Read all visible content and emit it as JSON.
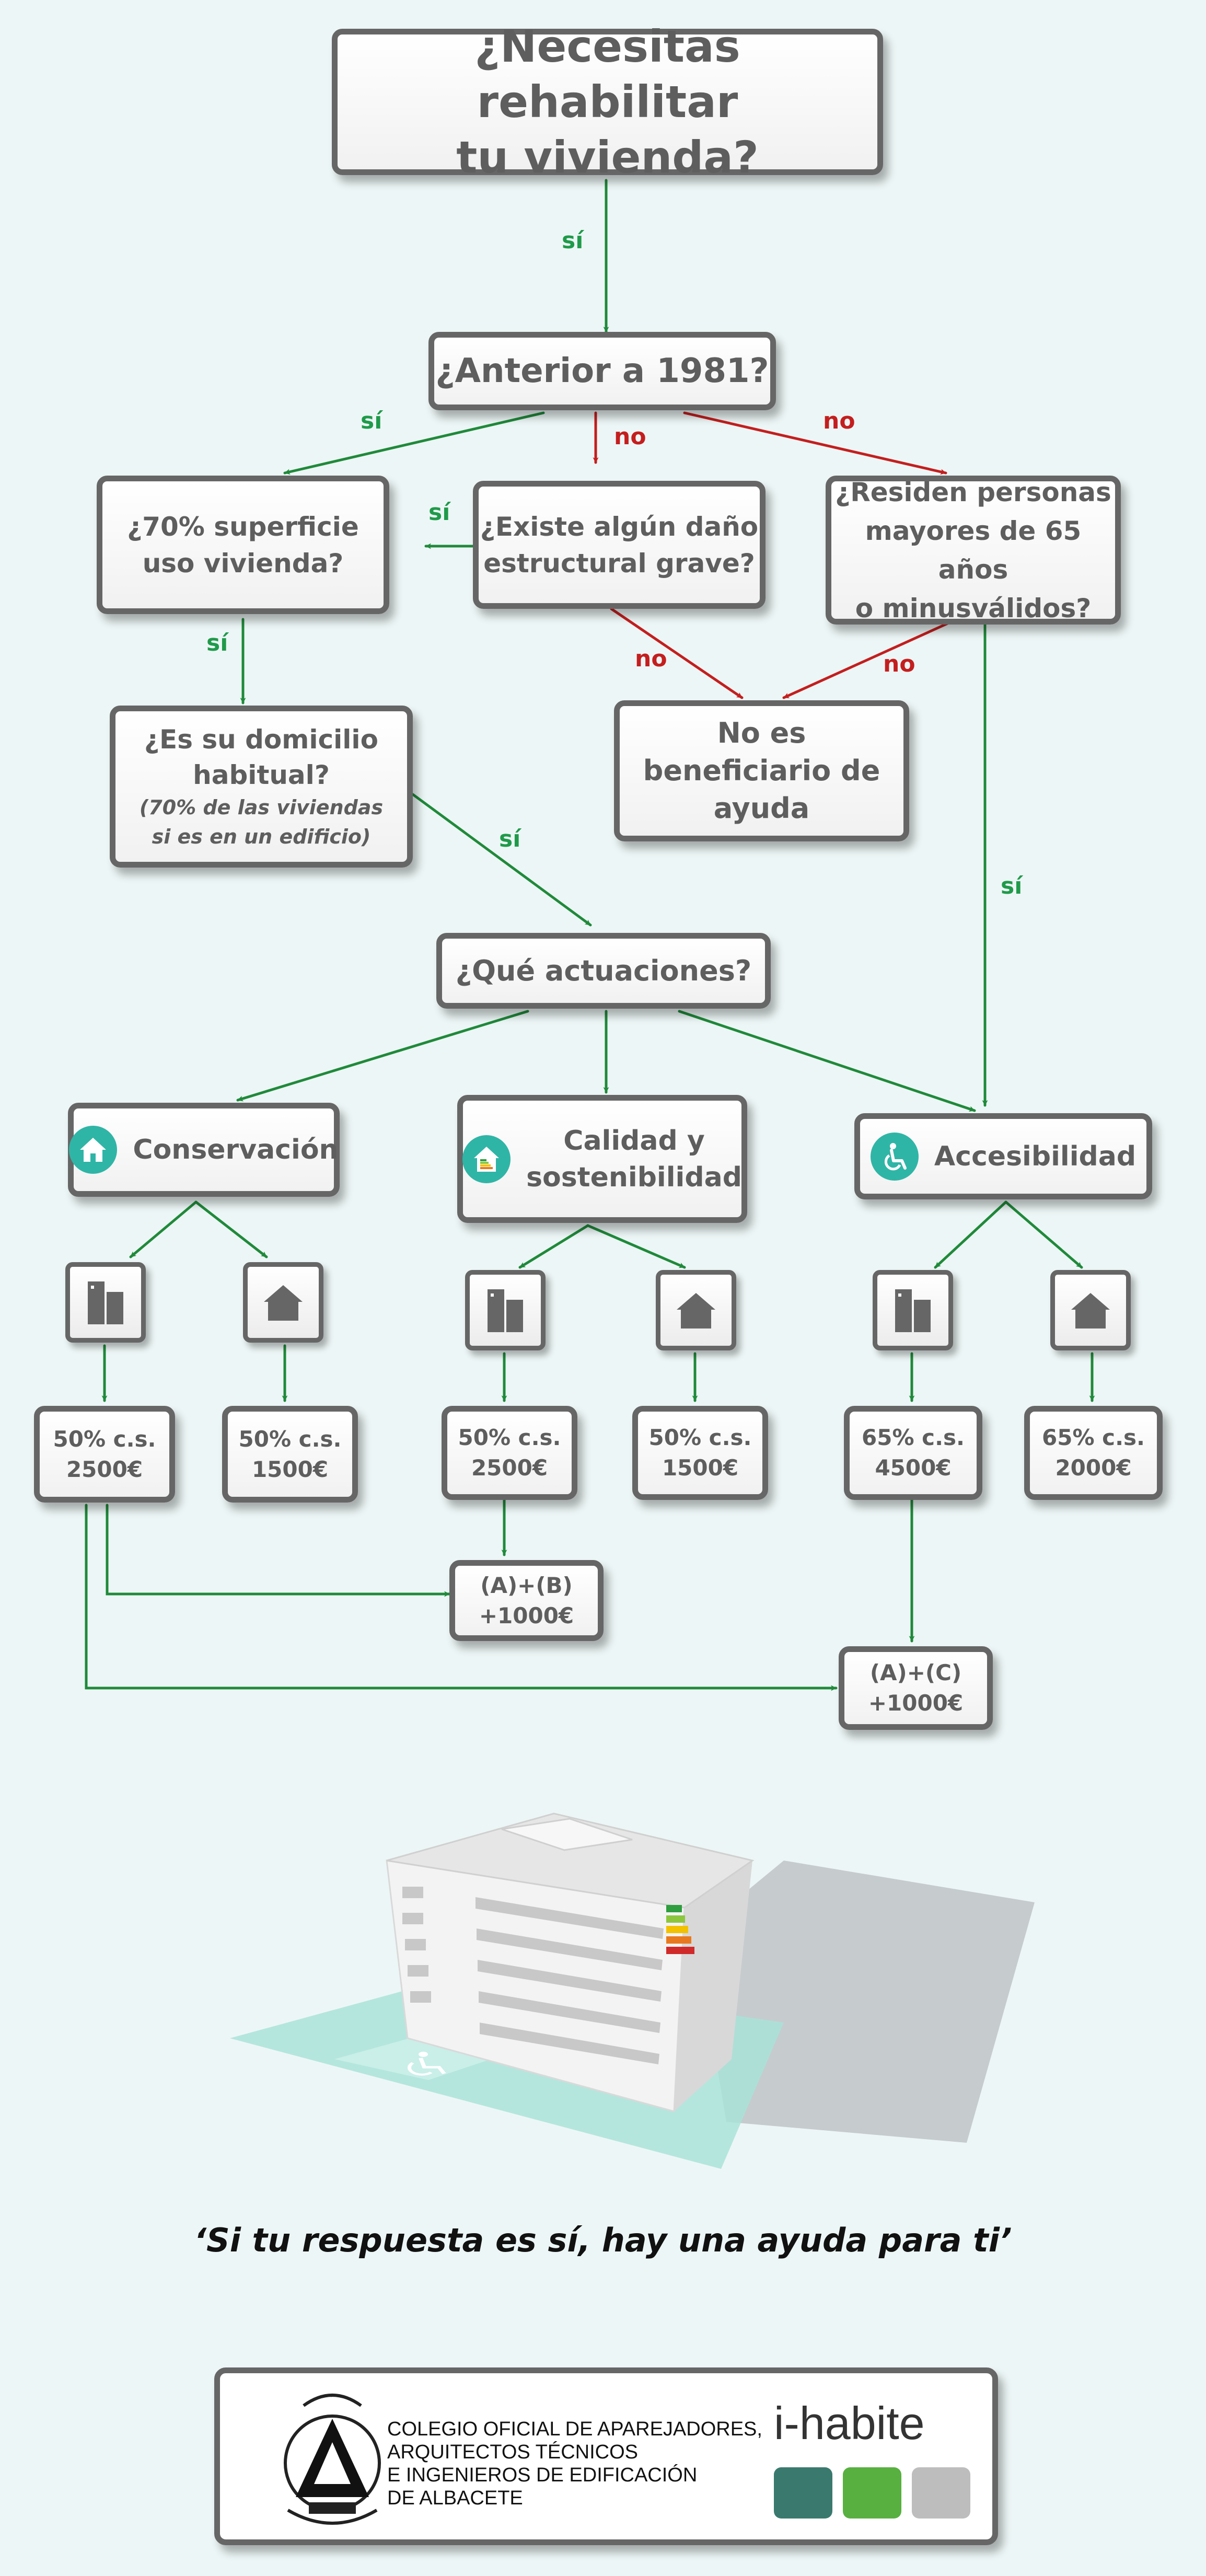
{
  "diagram": {
    "start": {
      "line1": "¿Necesitas rehabilitar",
      "line2": "tu vivienda?"
    },
    "q_anterior": "¿Anterior a 1981?",
    "q_superficie": {
      "line1": "¿70% superficie",
      "line2": "uso vivienda?"
    },
    "q_dano": {
      "line1": "¿Existe algún daño",
      "line2": "estructural grave?"
    },
    "q_mayores": {
      "line1": "¿Residen personas",
      "line2": "mayores de 65 años",
      "line3": "o minusválidos?"
    },
    "no_beneficiario": {
      "line1": "No es",
      "line2": "beneficiario de",
      "line3": "ayuda"
    },
    "q_domicilio": {
      "line1": "¿Es su domicilio",
      "line2": "habitual?",
      "note1": "(70% de las viviendas",
      "note2": "si es en un edificio)"
    },
    "q_actuaciones": "¿Qué actuaciones?",
    "cat_conservacion": "Conservación",
    "cat_calidad": {
      "line1": "Calidad y",
      "line2": "sostenibilidad"
    },
    "cat_accesibilidad": "Accesibilidad",
    "amounts": [
      {
        "line1": "50% c.s.",
        "line2": "2500€"
      },
      {
        "line1": "50% c.s.",
        "line2": "1500€"
      },
      {
        "line1": "50% c.s.",
        "line2": "2500€"
      },
      {
        "line1": "50% c.s.",
        "line2": "1500€"
      },
      {
        "line1": "65% c.s.",
        "line2": "4500€"
      },
      {
        "line1": "65% c.s.",
        "line2": "2000€"
      }
    ],
    "combo_ab": {
      "line1": "(A)+(B)",
      "line2": "+1000€"
    },
    "combo_ac": {
      "line1": "(A)+(C)",
      "line2": "+1000€"
    },
    "labels": {
      "si": "sí",
      "no": "no"
    }
  },
  "slogan": "‘Si tu respuesta es sí, hay una ayuda para ti’",
  "footer": {
    "org_line1": "COLEGIO OFICIAL DE APAREJADORES,",
    "org_line2": "ARQUITECTOS TÉCNICOS",
    "org_line3": "E INGENIEROS DE EDIFICACIÓN",
    "org_line4": "DE ALBACETE",
    "brand": "i-habite"
  },
  "colors": {
    "yes_arrow": "#1f8a3a",
    "no_arrow": "#c41e1e",
    "accent": "#2fb5a6",
    "box_border": "#666666",
    "brand_squares": [
      "#3a7a6e",
      "#58b040",
      "#bdbdbd"
    ]
  },
  "icons": {
    "conservacion": "house-icon",
    "calidad": "energy-label-icon",
    "accesibilidad": "wheelchair-icon",
    "edificio": "apartment-building-icon",
    "vivienda": "house-icon"
  }
}
